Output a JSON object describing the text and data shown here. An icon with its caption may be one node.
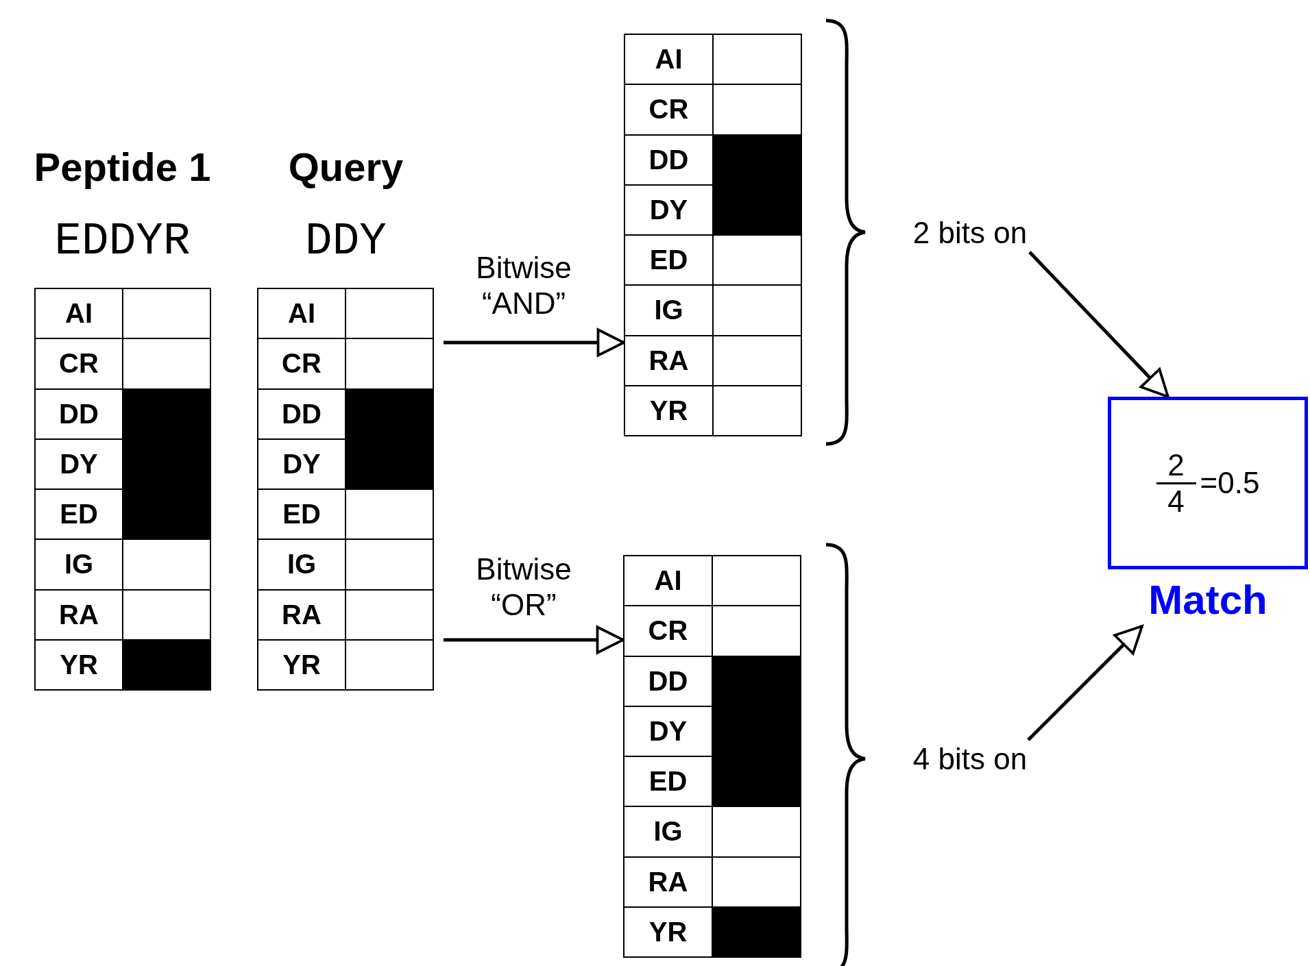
{
  "diagram": {
    "nodes": [
      {
        "text": [
          "Peptide 1",
          "EDDYR"
        ]
      },
      {
        "text": [
          "AI"
        ],
        "in": 0
      },
      {
        "text": [],
        "shape": "box",
        "in": 0
      },
      {
        "text": [
          "CR"
        ],
        "in": 0
      },
      {
        "text": [],
        "shape": "box",
        "in": 0
      },
      {
        "text": [
          "DD"
        ],
        "in": 0
      },
      {
        "text": [],
        "shape": "block",
        "in": 0
      },
      {
        "text": [
          "DY"
        ],
        "in": 0
      },
      {
        "text": [],
        "shape": "block",
        "in": 0
      },
      {
        "text": [
          "ED"
        ],
        "in": 0
      },
      {
        "text": [],
        "shape": "block",
        "in": 0
      },
      {
        "text": [
          "IG"
        ],
        "in": 0
      },
      {
        "text": [],
        "shape": "box",
        "in": 0
      },
      {
        "text": [
          "RA"
        ],
        "in": 0
      },
      {
        "text": [],
        "shape": "box",
        "in": 0
      },
      {
        "text": [
          "YR"
        ],
        "in": 0
      },
      {
        "text": [],
        "shape": "block",
        "in": 0
      },
      {
        "text": [
          "Query",
          "DDY"
        ]
      },
      {
        "text": [
          "AI"
        ],
        "in": 17
      },
      {
        "text": [],
        "shape": "box",
        "in": 17
      },
      {
        "text": [
          "CR"
        ],
        "in": 17
      },
      {
        "text": [],
        "shape": "box",
        "in": 17
      },
      {
        "text": [
          "DD"
        ],
        "in": 17
      },
      {
        "text": [],
        "shape": "block",
        "in": 17
      },
      {
        "text": [
          "DY"
        ],
        "in": 17
      },
      {
        "text": [],
        "shape": "block",
        "in": 17
      },
      {
        "text": [
          "ED"
        ],
        "in": 17
      },
      {
        "text": [],
        "shape": "box",
        "in": 17
      },
      {
        "text": [
          "IG"
        ],
        "in": 17
      },
      {
        "text": [],
        "shape": "box",
        "in": 17
      },
      {
        "text": [
          "RA"
        ],
        "in": 17
      },
      {
        "text": [],
        "shape": "box",
        "in": 17
      },
      {
        "text": [
          "YR"
        ],
        "in": 17
      },
      {
        "text": [],
        "shape": "box",
        "in": 17
      },
      {
        "text": [],
        "shape": "table"
      },
      {
        "text": [
          "AI"
        ],
        "in": 34
      },
      {
        "text": [],
        "shape": "box",
        "in": 34
      },
      {
        "text": [
          "CR"
        ],
        "in": 34
      },
      {
        "text": [],
        "shape": "box",
        "in": 34
      },
      {
        "text": [
          "DD"
        ],
        "in": 34
      },
      {
        "text": [],
        "shape": "block",
        "in": 34
      },
      {
        "text": [
          "DY"
        ],
        "in": 34
      },
      {
        "text": [],
        "shape": "block",
        "in": 34
      },
      {
        "text": [
          "ED"
        ],
        "in": 34
      },
      {
        "text": [],
        "shape": "box",
        "in": 34
      },
      {
        "text": [
          "IG"
        ],
        "in": 34
      },
      {
        "text": [],
        "shape": "box",
        "in": 34
      },
      {
        "text": [
          "RA"
        ],
        "in": 34
      },
      {
        "text": [],
        "shape": "box",
        "in": 34
      },
      {
        "text": [
          "YR"
        ],
        "in": 34
      },
      {
        "text": [],
        "shape": "box",
        "in": 34
      },
      {
        "text": [],
        "shape": "table"
      },
      {
        "text": [
          "AI"
        ],
        "in": 51
      },
      {
        "text": [],
        "shape": "box",
        "in": 51
      },
      {
        "text": [
          "CR"
        ],
        "in": 51
      },
      {
        "text": [],
        "shape": "box",
        "in": 51
      },
      {
        "text": [
          "DD"
        ],
        "in": 51
      },
      {
        "text": [],
        "shape": "block",
        "in": 51
      },
      {
        "text": [
          "DY"
        ],
        "in": 51
      },
      {
        "text": [],
        "shape": "block",
        "in": 51
      },
      {
        "text": [
          "ED"
        ],
        "in": 51
      },
      {
        "text": [],
        "shape": "block",
        "in": 51
      },
      {
        "text": [
          "IG"
        ],
        "in": 51
      },
      {
        "text": [],
        "shape": "box",
        "in": 51
      },
      {
        "text": [
          "RA"
        ],
        "in": 51
      },
      {
        "text": [],
        "shape": "box",
        "in": 51
      },
      {
        "text": [
          "YR"
        ],
        "in": 51
      },
      {
        "text": [],
        "shape": "block",
        "in": 51
      },
      {
        "text": [
          "2 bits on"
        ]
      },
      {
        "text": [
          "4 bits on"
        ]
      },
      {
        "text": [
          "2",
          "4",
          "=0.5",
          "Match"
        ]
      }
    ],
    "edges": [
      {
        "from": 17,
        "to": 34,
        "arrow": "to",
        "label": "Bitwise “AND”"
      },
      {
        "from": 17,
        "to": 51,
        "arrow": "to",
        "label": "Bitwise “OR”"
      },
      {
        "from": 68,
        "to": 70,
        "arrow": "to"
      },
      {
        "from": 69,
        "to": 70,
        "arrow": "to"
      }
    ]
  }
}
